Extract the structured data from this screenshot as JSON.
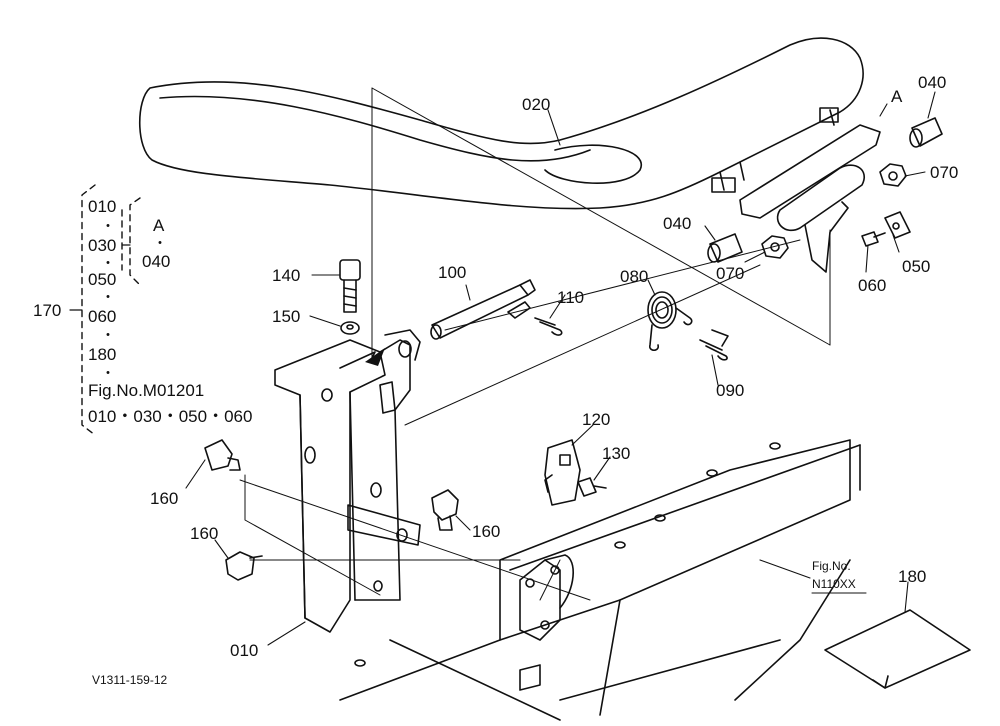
{
  "parts": {
    "p010": "010",
    "p020": "020",
    "p040a": "040",
    "p040b": "040",
    "p050": "050",
    "p060": "060",
    "p070a": "070",
    "p070b": "070",
    "p080": "080",
    "p090": "090",
    "p100": "100",
    "p110": "110",
    "p120": "120",
    "p130": "130",
    "p140": "140",
    "p150": "150",
    "p160a": "160",
    "p160b": "160",
    "p160c": "160",
    "p180": "180",
    "refA": "A"
  },
  "group": {
    "id": "170",
    "items": [
      "010",
      "030",
      "050",
      "060",
      "180"
    ],
    "sub_label": "A",
    "sub_item": "040",
    "fig_ref": "Fig.No.M01201",
    "fig_ref_items": "010・030・050・060"
  },
  "figref": {
    "line1": "Fig.No.",
    "line2": "N110XX"
  },
  "footer": {
    "code": "V1311-159-12"
  }
}
